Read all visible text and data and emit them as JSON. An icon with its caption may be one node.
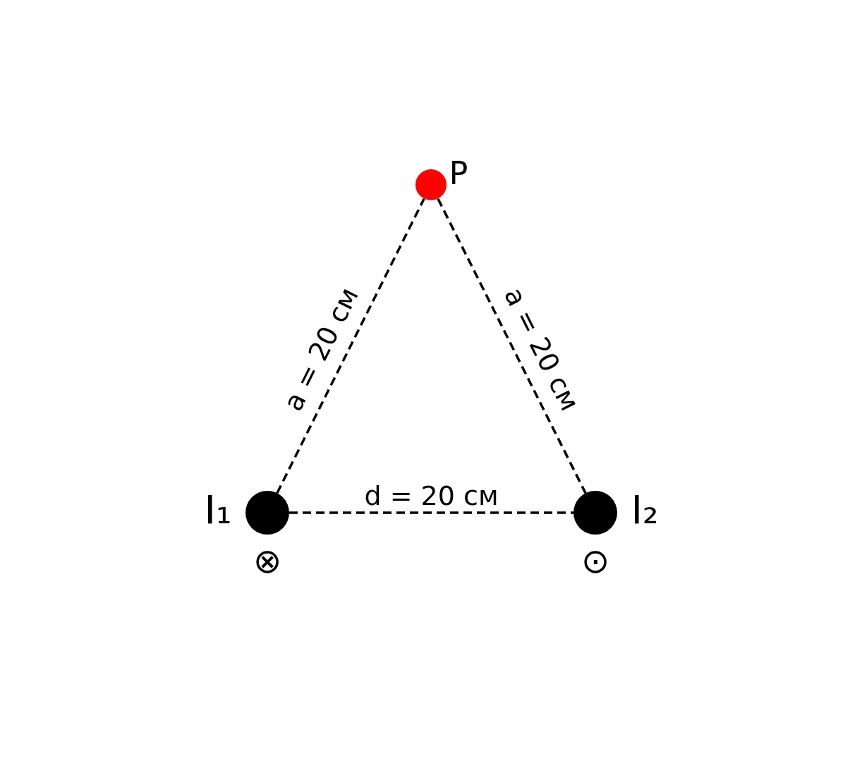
{
  "diagram": {
    "nodes": [
      {
        "text": [
          "P"
        ]
      },
      {
        "text": [],
        "shape": "circle",
        "beside": [
          "I₁",
          "⊗"
        ]
      },
      {
        "text": [],
        "shape": "circle",
        "beside": [
          "I₂",
          "⊙"
        ]
      }
    ],
    "edges": [
      {
        "from": 1,
        "to": 0,
        "arrow": "none",
        "label": "a = 20 см",
        "style": "dashed"
      },
      {
        "from": 0,
        "to": 2,
        "arrow": "none",
        "label": "a = 20 см",
        "style": "dashed"
      },
      {
        "from": 1,
        "to": 2,
        "arrow": "none",
        "label": "d = 20 см",
        "style": "dashed"
      }
    ]
  }
}
